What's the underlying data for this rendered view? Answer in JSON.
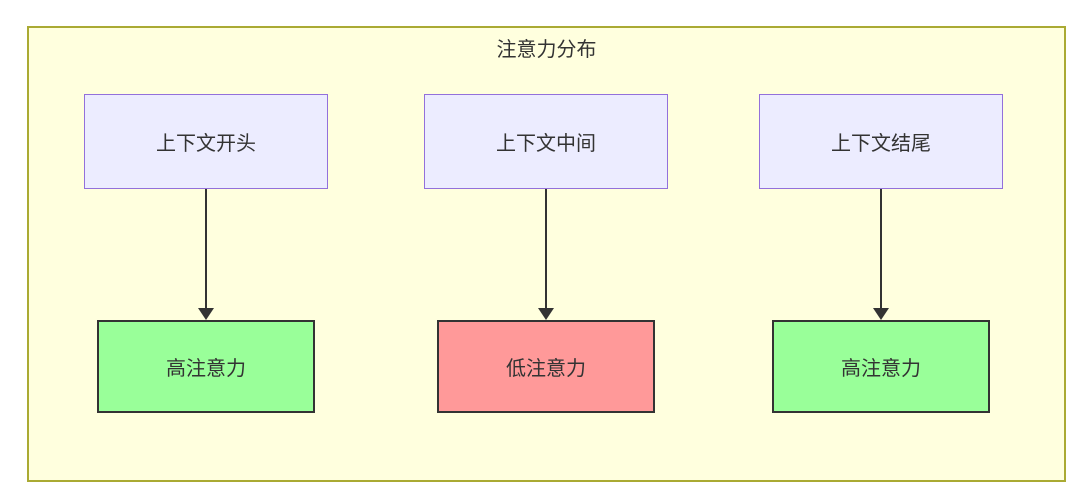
{
  "diagram": {
    "title": "注意力分布",
    "columns": [
      {
        "source_label": "上下文开头",
        "target_label": "高注意力",
        "target_fill": "#99ff99"
      },
      {
        "source_label": "上下文中间",
        "target_label": "低注意力",
        "target_fill": "#ff9999"
      },
      {
        "source_label": "上下文结尾",
        "target_label": "高注意力",
        "target_fill": "#99ff99"
      }
    ],
    "colors": {
      "canvas_background": "#ffffff",
      "cluster_fill": "#ffffde",
      "cluster_border": "#aaaa33",
      "source_fill": "#ececff",
      "source_border": "#9370db",
      "target_border": "#333333",
      "edge": "#333333",
      "text": "#333333"
    }
  }
}
